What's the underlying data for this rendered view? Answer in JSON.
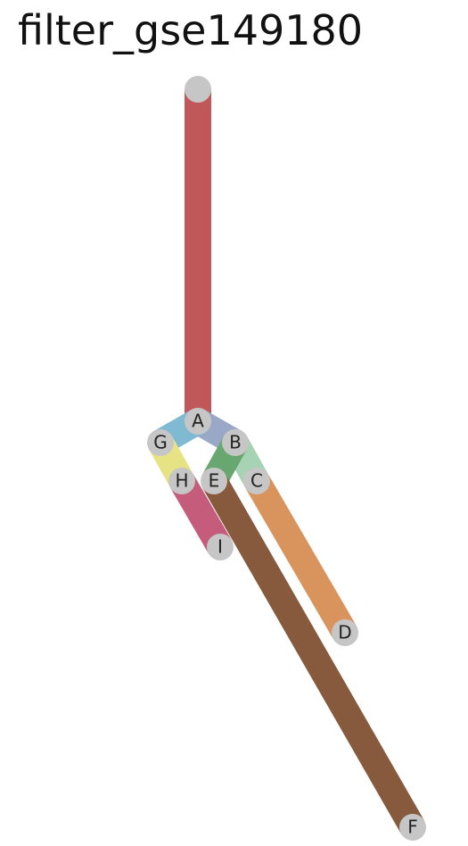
{
  "title": "filter_gse149180",
  "tree": {
    "root": "root",
    "nodes": [
      {
        "id": "root",
        "label": ""
      },
      {
        "id": "A",
        "label": "A"
      },
      {
        "id": "B",
        "label": "B"
      },
      {
        "id": "C",
        "label": "C"
      },
      {
        "id": "D",
        "label": "D"
      },
      {
        "id": "E",
        "label": "E"
      },
      {
        "id": "F",
        "label": "F"
      },
      {
        "id": "G",
        "label": "G"
      },
      {
        "id": "H",
        "label": "H"
      },
      {
        "id": "I",
        "label": "I"
      }
    ],
    "edges": [
      {
        "from": "root",
        "to": "A",
        "color": "#c0585a"
      },
      {
        "from": "A",
        "to": "B",
        "color": "#9aa8c8"
      },
      {
        "from": "A",
        "to": "G",
        "color": "#7fbad2"
      },
      {
        "from": "B",
        "to": "C",
        "color": "#a7d3b4"
      },
      {
        "from": "B",
        "to": "E",
        "color": "#68a870"
      },
      {
        "from": "C",
        "to": "D",
        "color": "#d9935c"
      },
      {
        "from": "E",
        "to": "F",
        "color": "#875a3e"
      },
      {
        "from": "G",
        "to": "H",
        "color": "#e6e384"
      },
      {
        "from": "H",
        "to": "I",
        "color": "#c55c7b"
      }
    ],
    "node_color": "#c6c6c6"
  }
}
